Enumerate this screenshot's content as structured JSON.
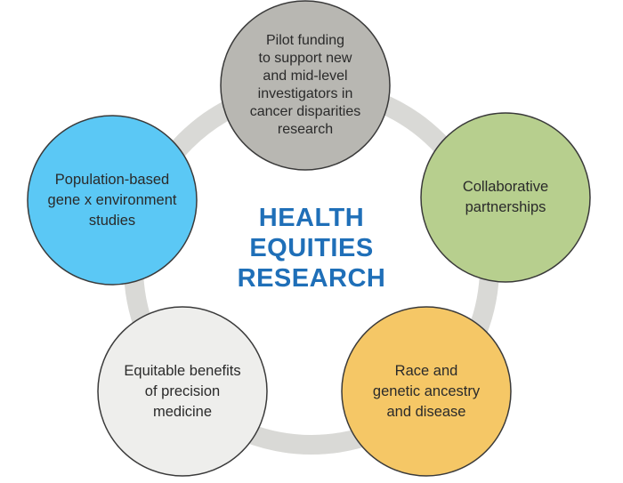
{
  "center": {
    "lines": [
      "HEALTH",
      "EQUITIES",
      "RESEARCH"
    ],
    "color": "#1f6fb8"
  },
  "ring_color": "#d9d9d6",
  "nodes": [
    {
      "id": "pilot-funding",
      "lines": [
        "Pilot funding",
        "to support new",
        "and mid-level",
        "investigators in",
        "cancer disparities",
        "research"
      ],
      "fill": "#b8b7b2"
    },
    {
      "id": "collaborative-partnerships",
      "lines": [
        "Collaborative",
        "partnerships"
      ],
      "fill": "#b7cf8e"
    },
    {
      "id": "race-genetic-ancestry",
      "lines": [
        "Race and",
        "genetic ancestry",
        "and disease"
      ],
      "fill": "#f5c766"
    },
    {
      "id": "equitable-benefits",
      "lines": [
        "Equitable benefits",
        "of precision",
        "medicine"
      ],
      "fill": "#eeeeec"
    },
    {
      "id": "population-based",
      "lines": [
        "Population-based",
        "gene x environment",
        "studies"
      ],
      "fill": "#5bc8f5"
    }
  ]
}
